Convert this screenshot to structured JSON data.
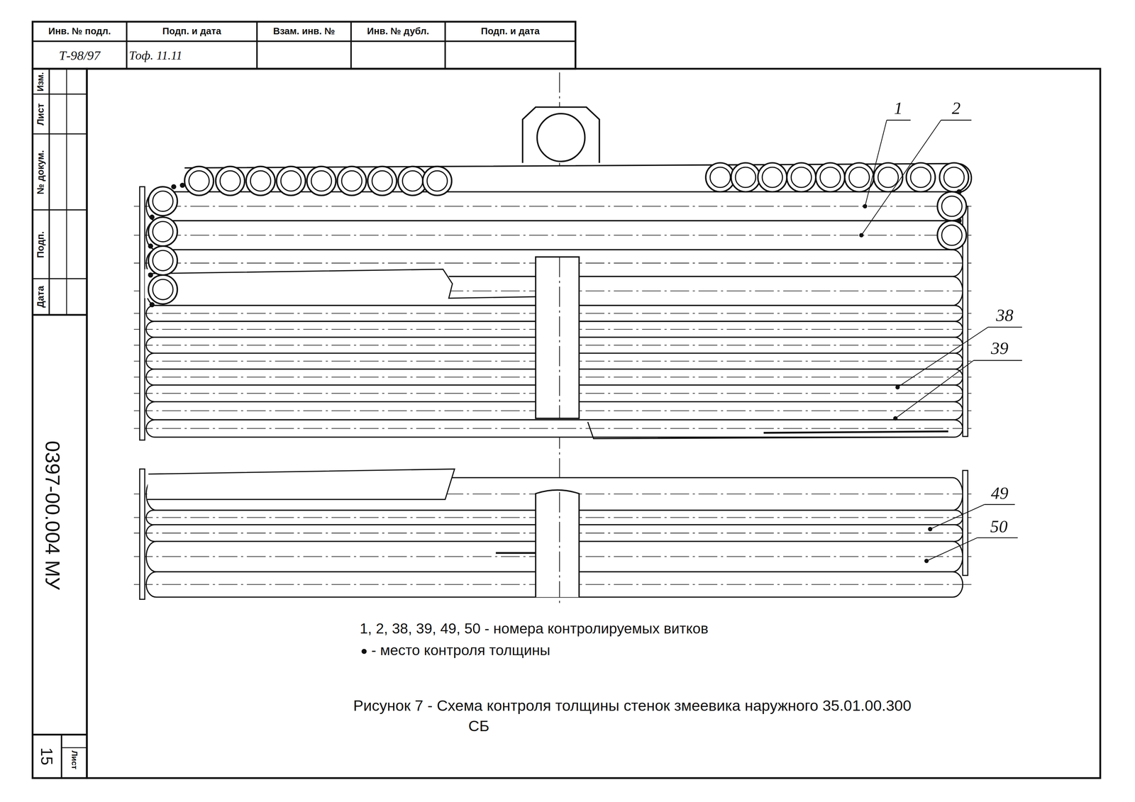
{
  "diagram": {
    "caption": "Рисунок 7 - Схема контроля толщины стенок змеевика наружного 35.01.00.300 СБ",
    "labels": [
      "Инв. № подл.",
      "Подп. и дата",
      "Взам. инв. №",
      "Инв. № дубл.",
      "Подп. и дата",
      "Т-98/97",
      "Тоф. 11.11",
      "Изм.",
      "Лист",
      "№ докум.",
      "Подп.",
      "Дата",
      "0397-00.004 МУ",
      "Лист",
      "15",
      "1",
      "2",
      "38",
      "39",
      "49",
      "50",
      "1, 2, 38, 39, 49, 50 - номера контролируемых витков"
    ],
    "legend": [
      {
        "text": "- место контроля толщины"
      }
    ]
  }
}
